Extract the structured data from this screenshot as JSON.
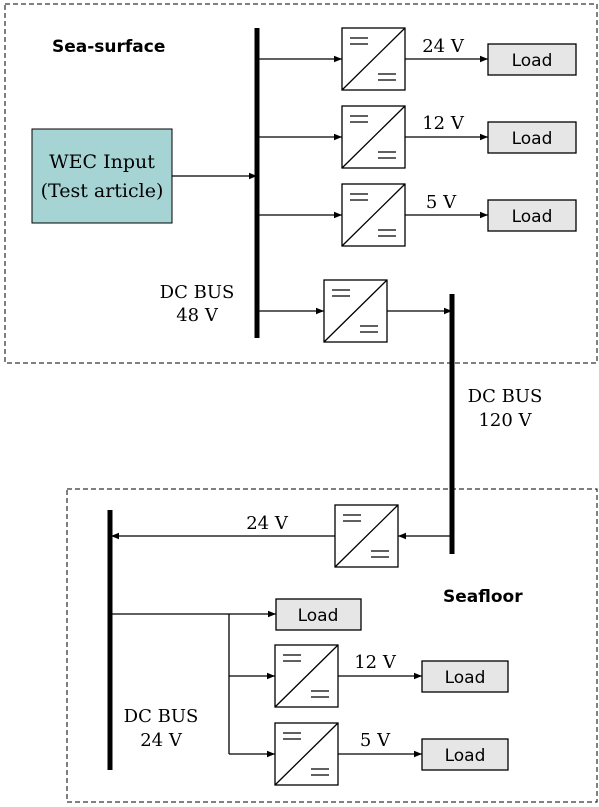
{
  "regions": {
    "sea_surface": {
      "label": "Sea-surface"
    },
    "seafloor": {
      "label": "Seafloor"
    }
  },
  "wec_input": {
    "line1": "WEC Input",
    "line2": "(Test article)"
  },
  "buses": {
    "bus48": {
      "line1": "DC BUS",
      "line2": "48 V"
    },
    "bus120": {
      "line1": "DC BUS",
      "line2": "120 V"
    },
    "bus24": {
      "line1": "DC BUS",
      "line2": "24 V"
    }
  },
  "voltages": {
    "v24_top": "24 V",
    "v12_top": "12 V",
    "v5_top": "5 V",
    "v24_link": "24 V",
    "v12_bot": "12 V",
    "v5_bot": "5 V"
  },
  "load_label": "Load",
  "colors": {
    "wec_fill": "#a6d4d4",
    "load_fill": "#e6e6e6",
    "stroke": "#000000"
  }
}
